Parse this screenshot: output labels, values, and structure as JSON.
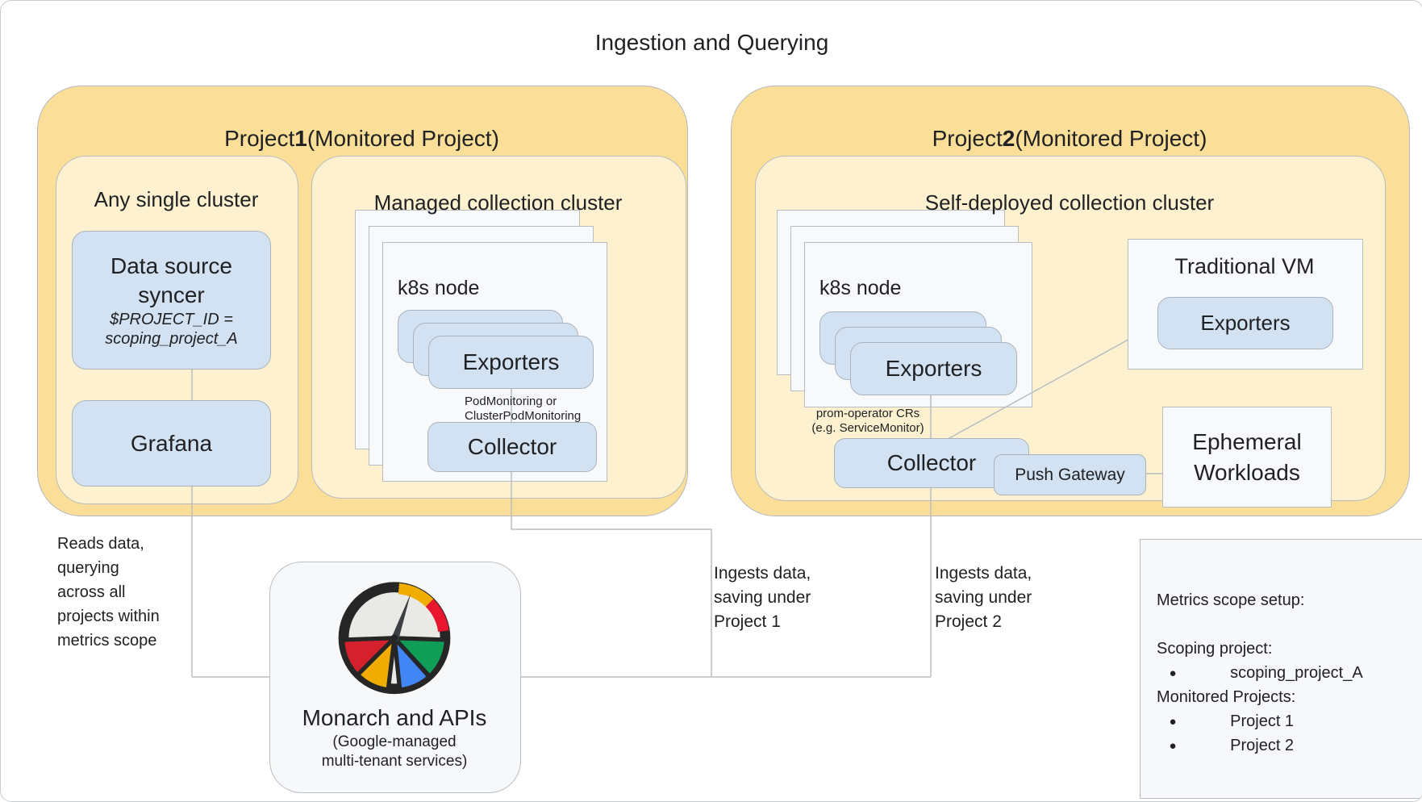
{
  "title": "Ingestion and Querying",
  "project1": {
    "header_prefix": "Project ",
    "header_num": "1",
    "header_suffix": " (Monitored Project)",
    "any_single_cluster": {
      "title": "Any single cluster",
      "data_source_syncer": {
        "line1": "Data source",
        "line2": "syncer",
        "line3": "$PROJECT_ID =",
        "line4": "scoping_project_A"
      },
      "grafana": "Grafana"
    },
    "managed_cluster": {
      "title": "Managed collection cluster",
      "k8s_node": "k8s node",
      "exporters": "Exporters",
      "monitoring_label_line1": "PodMonitoring or",
      "monitoring_label_line2": "ClusterPodMonitoring",
      "collector": "Collector"
    }
  },
  "project2": {
    "header_prefix": "Project ",
    "header_num": "2",
    "header_suffix": " (Monitored Project)",
    "self_deployed_cluster": {
      "title": "Self-deployed collection cluster",
      "k8s_node": "k8s node",
      "exporters": "Exporters",
      "cr_label_line1": "prom-operator CRs",
      "cr_label_line2": "(e.g. ServiceMonitor)",
      "collector": "Collector",
      "push_gateway": "Push Gateway",
      "traditional_vm": {
        "title": "Traditional VM",
        "exporters": "Exporters"
      },
      "ephemeral": {
        "line1": "Ephemeral",
        "line2": "Workloads"
      }
    }
  },
  "monarch": {
    "title": "Monarch and APIs",
    "subtitle_line1": "(Google-managed",
    "subtitle_line2": "multi-tenant services)"
  },
  "metrics_scope": {
    "heading": "Metrics scope setup:",
    "scoping_label": "Scoping project:",
    "scoping_value": "scoping_project_A",
    "monitored_label": "Monitored Projects:",
    "monitored_1": "Project 1",
    "monitored_2": "Project 2",
    "bullet": "●"
  },
  "annotations": {
    "reads": {
      "line1": "Reads data,",
      "line2": "querying",
      "line3": "across all",
      "line4": "projects within",
      "line5": "metrics scope"
    },
    "ingest1": {
      "line1": "Ingests data,",
      "line2": "saving under",
      "line3": "Project 1"
    },
    "ingest2": {
      "line1": "Ingests data,",
      "line2": "saving under",
      "line3": "Project 2"
    }
  },
  "colors": {
    "project_yellow": "#fbdf98",
    "cluster_cream": "#fdf1d0",
    "box_blue": "#d3e2f2",
    "sheet_white": "#f8f9fb",
    "line_gray": "#b9bdc1",
    "text": "#202124",
    "gauge_red": "#d5212e",
    "gauge_gold": "#f0ad00",
    "gauge_blue": "#4285f4",
    "gauge_green": "#0f9d58",
    "gauge_ring": "#262626"
  }
}
